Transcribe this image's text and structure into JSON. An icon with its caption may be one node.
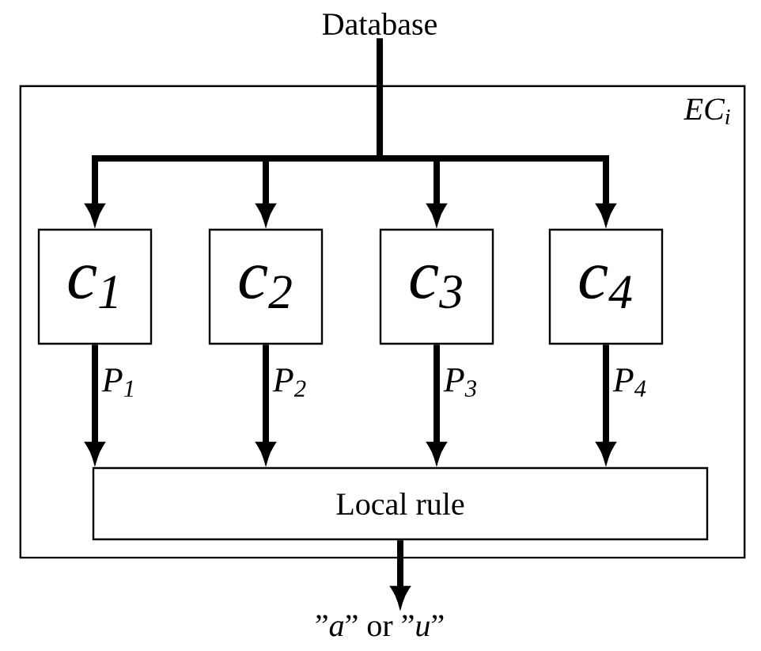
{
  "diagram": {
    "nodes": [
      {
        "text": [
          "Database"
        ]
      },
      {
        "text": [
          "EC$_{i}$"
        ]
      },
      {
        "text": [
          "c$_{1}$"
        ],
        "in": 1
      },
      {
        "text": [
          "c$_{2}$"
        ],
        "in": 1
      },
      {
        "text": [
          "c$_{3}$"
        ],
        "in": 1
      },
      {
        "text": [
          "c$_{4}$"
        ],
        "in": 1
      },
      {
        "text": [
          "Local rule"
        ],
        "in": 1
      },
      {
        "text": [
          "”*a*” or ”*u*”"
        ]
      }
    ],
    "edges": [
      {
        "from": 0,
        "to": 2,
        "arrow": "to"
      },
      {
        "from": 0,
        "to": 3,
        "arrow": "to"
      },
      {
        "from": 0,
        "to": 4,
        "arrow": "to"
      },
      {
        "from": 0,
        "to": 5,
        "arrow": "to"
      },
      {
        "from": 2,
        "to": 6,
        "arrow": "to",
        "label": "P$_{1}$"
      },
      {
        "from": 3,
        "to": 6,
        "arrow": "to",
        "label": "P$_{2}$"
      },
      {
        "from": 4,
        "to": 6,
        "arrow": "to",
        "label": "P$_{3}$"
      },
      {
        "from": 5,
        "to": 6,
        "arrow": "to",
        "label": "P$_{4}$"
      },
      {
        "from": 6,
        "to": 7,
        "arrow": "to"
      }
    ]
  }
}
